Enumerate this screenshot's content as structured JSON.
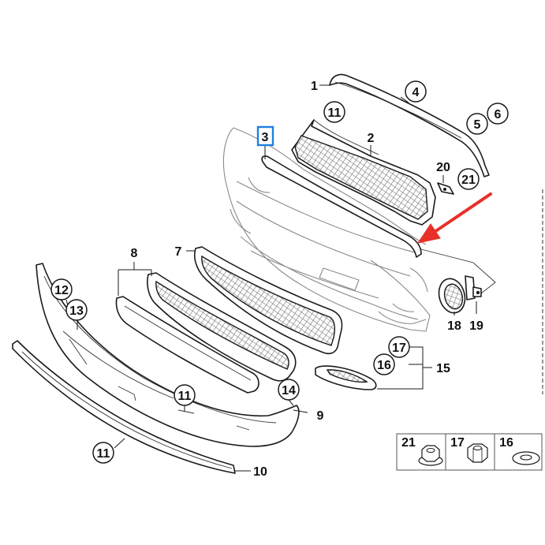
{
  "callouts": {
    "c1": "1",
    "c2": "2",
    "c3": "3",
    "c4": "4",
    "c5": "5",
    "c6": "6",
    "c7": "7",
    "c8": "8",
    "c9": "9",
    "c10": "10",
    "c11_top": "11",
    "c11_mid": "11",
    "c11_low": "11",
    "c12": "12",
    "c13": "13",
    "c14": "14",
    "c15": "15",
    "c16": "16",
    "c17": "17",
    "c18": "18",
    "c19": "19",
    "c20": "20",
    "c21": "21"
  },
  "legend": {
    "items": [
      {
        "label": "21",
        "icon": "flange-nut-icon"
      },
      {
        "label": "17",
        "icon": "hex-nut-icon"
      },
      {
        "label": "16",
        "icon": "washer-icon"
      }
    ]
  },
  "highlight": {
    "color": "#1f7fe0",
    "label": "3"
  },
  "arrow": {
    "color": "#e8302a",
    "icon": "red-arrow-icon"
  }
}
